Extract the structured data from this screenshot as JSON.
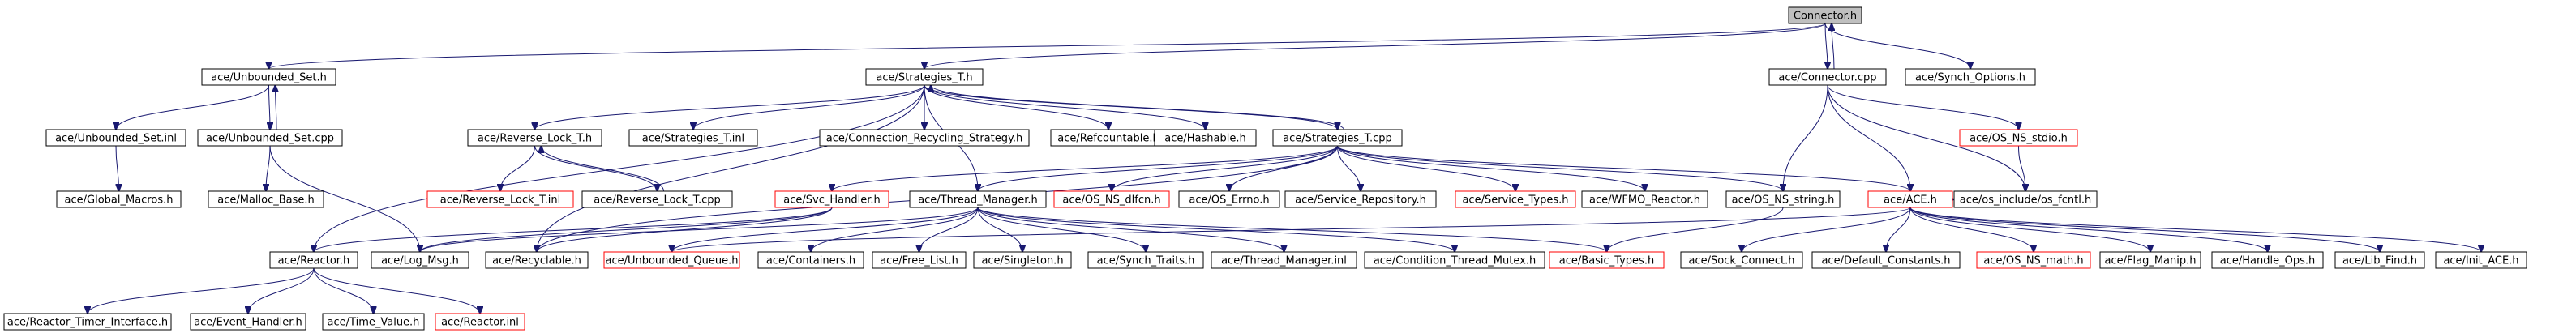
{
  "colors": {
    "edge": "#191970",
    "node_border_documented": "#000000",
    "node_border_undocumented": "#ff0000",
    "node_fill_root": "#bfbfbf",
    "node_fill": "#ffffff"
  },
  "nodes": [
    {
      "id": "connector_h",
      "label": "Connector.h",
      "kind": "root"
    },
    {
      "id": "unbounded_set_h",
      "label": "ace/Unbounded_Set.h",
      "kind": "normal"
    },
    {
      "id": "strategies_t_h",
      "label": "ace/Strategies_T.h",
      "kind": "normal"
    },
    {
      "id": "connector_cpp",
      "label": "ace/Connector.cpp",
      "kind": "normal"
    },
    {
      "id": "synch_options_h",
      "label": "ace/Synch_Options.h",
      "kind": "normal"
    },
    {
      "id": "unbounded_set_inl",
      "label": "ace/Unbounded_Set.inl",
      "kind": "normal"
    },
    {
      "id": "unbounded_set_cpp",
      "label": "ace/Unbounded_Set.cpp",
      "kind": "normal"
    },
    {
      "id": "reverse_lock_t_h",
      "label": "ace/Reverse_Lock_T.h",
      "kind": "normal"
    },
    {
      "id": "strategies_t_inl",
      "label": "ace/Strategies_T.inl",
      "kind": "normal"
    },
    {
      "id": "connection_recycling_strategy_h",
      "label": "ace/Connection_Recycling_Strategy.h",
      "kind": "normal"
    },
    {
      "id": "refcountable_h",
      "label": "ace/Refcountable.h",
      "kind": "normal"
    },
    {
      "id": "hashable_h",
      "label": "ace/Hashable.h",
      "kind": "normal"
    },
    {
      "id": "strategies_t_cpp",
      "label": "ace/Strategies_T.cpp",
      "kind": "normal"
    },
    {
      "id": "os_ns_stdio_h",
      "label": "ace/OS_NS_stdio.h",
      "kind": "red"
    },
    {
      "id": "global_macros_h",
      "label": "ace/Global_Macros.h",
      "kind": "normal"
    },
    {
      "id": "malloc_base_h",
      "label": "ace/Malloc_Base.h",
      "kind": "normal"
    },
    {
      "id": "reverse_lock_t_inl",
      "label": "ace/Reverse_Lock_T.inl",
      "kind": "red"
    },
    {
      "id": "reverse_lock_t_cpp",
      "label": "ace/Reverse_Lock_T.cpp",
      "kind": "normal"
    },
    {
      "id": "svc_handler_h",
      "label": "ace/Svc_Handler.h",
      "kind": "red"
    },
    {
      "id": "thread_manager_h",
      "label": "ace/Thread_Manager.h",
      "kind": "normal"
    },
    {
      "id": "os_ns_dlfcn_h",
      "label": "ace/OS_NS_dlfcn.h",
      "kind": "red"
    },
    {
      "id": "os_errno_h",
      "label": "ace/OS_Errno.h",
      "kind": "normal"
    },
    {
      "id": "service_repository_h",
      "label": "ace/Service_Repository.h",
      "kind": "normal"
    },
    {
      "id": "service_types_h",
      "label": "ace/Service_Types.h",
      "kind": "red"
    },
    {
      "id": "wfmo_reactor_h",
      "label": "ace/WFMO_Reactor.h",
      "kind": "normal"
    },
    {
      "id": "os_ns_string_h",
      "label": "ace/OS_NS_string.h",
      "kind": "normal"
    },
    {
      "id": "ace_h",
      "label": "ace/ACE.h",
      "kind": "red"
    },
    {
      "id": "os_fcntl_h",
      "label": "ace/os_include/os_fcntl.h",
      "kind": "normal"
    },
    {
      "id": "reactor_h",
      "label": "ace/Reactor.h",
      "kind": "normal"
    },
    {
      "id": "log_msg_h",
      "label": "ace/Log_Msg.h",
      "kind": "normal"
    },
    {
      "id": "recyclable_h",
      "label": "ace/Recyclable.h",
      "kind": "normal"
    },
    {
      "id": "unbounded_queue_h",
      "label": "ace/Unbounded_Queue.h",
      "kind": "red"
    },
    {
      "id": "containers_h",
      "label": "ace/Containers.h",
      "kind": "normal"
    },
    {
      "id": "free_list_h",
      "label": "ace/Free_List.h",
      "kind": "normal"
    },
    {
      "id": "singleton_h",
      "label": "ace/Singleton.h",
      "kind": "normal"
    },
    {
      "id": "synch_traits_h",
      "label": "ace/Synch_Traits.h",
      "kind": "normal"
    },
    {
      "id": "thread_manager_inl",
      "label": "ace/Thread_Manager.inl",
      "kind": "normal"
    },
    {
      "id": "condition_thread_mutex_h",
      "label": "ace/Condition_Thread_Mutex.h",
      "kind": "normal"
    },
    {
      "id": "basic_types_h",
      "label": "ace/Basic_Types.h",
      "kind": "red"
    },
    {
      "id": "sock_connect_h",
      "label": "ace/Sock_Connect.h",
      "kind": "normal"
    },
    {
      "id": "default_constants_h",
      "label": "ace/Default_Constants.h",
      "kind": "normal"
    },
    {
      "id": "os_ns_math_h",
      "label": "ace/OS_NS_math.h",
      "kind": "red"
    },
    {
      "id": "flag_manip_h",
      "label": "ace/Flag_Manip.h",
      "kind": "normal"
    },
    {
      "id": "handle_ops_h",
      "label": "ace/Handle_Ops.h",
      "kind": "normal"
    },
    {
      "id": "lib_find_h",
      "label": "ace/Lib_Find.h",
      "kind": "normal"
    },
    {
      "id": "init_ace_h",
      "label": "ace/Init_ACE.h",
      "kind": "normal"
    },
    {
      "id": "reactor_timer_interface_h",
      "label": "ace/Reactor_Timer_Interface.h",
      "kind": "normal"
    },
    {
      "id": "event_handler_h",
      "label": "ace/Event_Handler.h",
      "kind": "normal"
    },
    {
      "id": "time_value_h",
      "label": "ace/Time_Value.h",
      "kind": "normal"
    },
    {
      "id": "reactor_inl",
      "label": "ace/Reactor.inl",
      "kind": "red"
    }
  ],
  "edges": [
    [
      "connector_h",
      "unbounded_set_h"
    ],
    [
      "connector_h",
      "strategies_t_h"
    ],
    [
      "connector_h",
      "connector_cpp"
    ],
    [
      "connector_h",
      "synch_options_h"
    ],
    [
      "connector_cpp",
      "connector_h"
    ],
    [
      "unbounded_set_h",
      "unbounded_set_inl"
    ],
    [
      "unbounded_set_h",
      "unbounded_set_cpp"
    ],
    [
      "unbounded_set_cpp",
      "unbounded_set_h"
    ],
    [
      "unbounded_set_inl",
      "global_macros_h"
    ],
    [
      "unbounded_set_cpp",
      "malloc_base_h"
    ],
    [
      "unbounded_set_cpp",
      "log_msg_h"
    ],
    [
      "strategies_t_h",
      "reverse_lock_t_h"
    ],
    [
      "strategies_t_h",
      "strategies_t_inl"
    ],
    [
      "strategies_t_h",
      "connection_recycling_strategy_h"
    ],
    [
      "strategies_t_h",
      "refcountable_h"
    ],
    [
      "strategies_t_h",
      "hashable_h"
    ],
    [
      "strategies_t_h",
      "strategies_t_cpp"
    ],
    [
      "strategies_t_cpp",
      "strategies_t_h"
    ],
    [
      "strategies_t_h",
      "reactor_h"
    ],
    [
      "strategies_t_h",
      "recyclable_h"
    ],
    [
      "strategies_t_h",
      "thread_manager_h"
    ],
    [
      "reverse_lock_t_h",
      "reverse_lock_t_inl"
    ],
    [
      "reverse_lock_t_h",
      "reverse_lock_t_cpp"
    ],
    [
      "reverse_lock_t_cpp",
      "reverse_lock_t_h"
    ],
    [
      "strategies_t_cpp",
      "svc_handler_h"
    ],
    [
      "strategies_t_cpp",
      "thread_manager_h"
    ],
    [
      "strategies_t_cpp",
      "os_ns_dlfcn_h"
    ],
    [
      "strategies_t_cpp",
      "os_errno_h"
    ],
    [
      "strategies_t_cpp",
      "service_repository_h"
    ],
    [
      "strategies_t_cpp",
      "service_types_h"
    ],
    [
      "strategies_t_cpp",
      "wfmo_reactor_h"
    ],
    [
      "strategies_t_cpp",
      "os_ns_string_h"
    ],
    [
      "strategies_t_cpp",
      "ace_h"
    ],
    [
      "strategies_t_cpp",
      "recyclable_h"
    ],
    [
      "connector_cpp",
      "os_ns_stdio_h"
    ],
    [
      "connector_cpp",
      "os_ns_string_h"
    ],
    [
      "connector_cpp",
      "ace_h"
    ],
    [
      "connector_cpp",
      "os_fcntl_h"
    ],
    [
      "os_ns_stdio_h",
      "os_fcntl_h"
    ],
    [
      "svc_handler_h",
      "reactor_h"
    ],
    [
      "svc_handler_h",
      "log_msg_h"
    ],
    [
      "svc_handler_h",
      "recyclable_h"
    ],
    [
      "thread_manager_h",
      "log_msg_h"
    ],
    [
      "thread_manager_h",
      "unbounded_queue_h"
    ],
    [
      "thread_manager_h",
      "containers_h"
    ],
    [
      "thread_manager_h",
      "free_list_h"
    ],
    [
      "thread_manager_h",
      "singleton_h"
    ],
    [
      "thread_manager_h",
      "synch_traits_h"
    ],
    [
      "thread_manager_h",
      "thread_manager_inl"
    ],
    [
      "thread_manager_h",
      "condition_thread_mutex_h"
    ],
    [
      "thread_manager_h",
      "basic_types_h"
    ],
    [
      "os_ns_string_h",
      "basic_types_h"
    ],
    [
      "ace_h",
      "sock_connect_h"
    ],
    [
      "ace_h",
      "default_constants_h"
    ],
    [
      "ace_h",
      "os_ns_math_h"
    ],
    [
      "ace_h",
      "flag_manip_h"
    ],
    [
      "ace_h",
      "handle_ops_h"
    ],
    [
      "ace_h",
      "lib_find_h"
    ],
    [
      "ace_h",
      "init_ace_h"
    ],
    [
      "ace_h",
      "os_fcntl_h"
    ],
    [
      "ace_h",
      "unbounded_queue_h"
    ],
    [
      "reactor_h",
      "reactor_timer_interface_h"
    ],
    [
      "reactor_h",
      "event_handler_h"
    ],
    [
      "reactor_h",
      "time_value_h"
    ],
    [
      "reactor_h",
      "reactor_inl"
    ]
  ]
}
